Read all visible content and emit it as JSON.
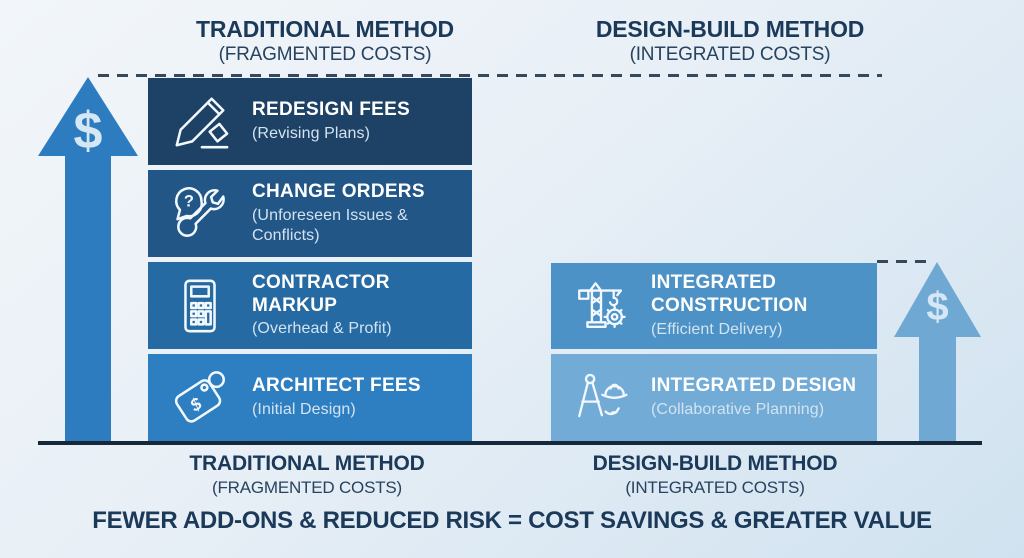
{
  "colors": {
    "background_top": "#f2f6fa",
    "background_bottom": "#d0e2f0",
    "heading_text": "#1b3a5a",
    "bar_title_text": "#ffffff",
    "bar_subtitle_text": "#d3e3f1",
    "baseline": "#16293b",
    "dashed_line": "#36495c",
    "traditional_arrow": "#2e7cc0",
    "design_build_arrow": "#6fa8d2",
    "dollar_text": "#d5e6f4",
    "traditional_bars": [
      "#1e4265",
      "#215687",
      "#266aa3",
      "#2e7fc2"
    ],
    "design_build_bars": [
      "#4c92c6",
      "#72abd6"
    ]
  },
  "top_headers": {
    "traditional": {
      "title": "TRADITIONAL METHOD",
      "subtitle": "(FRAGMENTED COSTS)"
    },
    "design_build": {
      "title": "DESIGN-BUILD METHOD",
      "subtitle": "(INTEGRATED COSTS)"
    }
  },
  "traditional_stack": {
    "items": [
      {
        "title": "REDESIGN FEES",
        "subtitle": "(Revising Plans)",
        "icon": "pencil-eraser-icon"
      },
      {
        "title": "CHANGE ORDERS",
        "subtitle": "(Unforeseen Issues & Conflicts)",
        "icon": "question-wrench-icon"
      },
      {
        "title": "CONTRACTOR MARKUP",
        "subtitle": "(Overhead & Profit)",
        "icon": "calculator-icon"
      },
      {
        "title": "ARCHITECT FEES",
        "subtitle": "(Initial Design)",
        "icon": "price-tag-icon"
      }
    ]
  },
  "design_build_stack": {
    "items": [
      {
        "title": "INTEGRATED CONSTRUCTION",
        "subtitle": "(Efficient Delivery)",
        "icon": "crane-gear-icon"
      },
      {
        "title": "INTEGRATED DESIGN",
        "subtitle": "(Collaborative Planning)",
        "icon": "compass-hardhat-icon"
      }
    ]
  },
  "arrows": {
    "left": {
      "symbol": "$"
    },
    "right": {
      "symbol": "$"
    }
  },
  "bottom_headers": {
    "traditional": {
      "title": "TRADITIONAL METHOD",
      "subtitle": "(FRAGMENTED COSTS)"
    },
    "design_build": {
      "title": "DESIGN-BUILD METHOD",
      "subtitle": "(INTEGRATED COSTS)"
    }
  },
  "icons": {
    "question_mark": "?",
    "price_tag_symbol": "$"
  },
  "tagline": "FEWER ADD-ONS & REDUCED RISK = COST SAVINGS & GREATER VALUE"
}
